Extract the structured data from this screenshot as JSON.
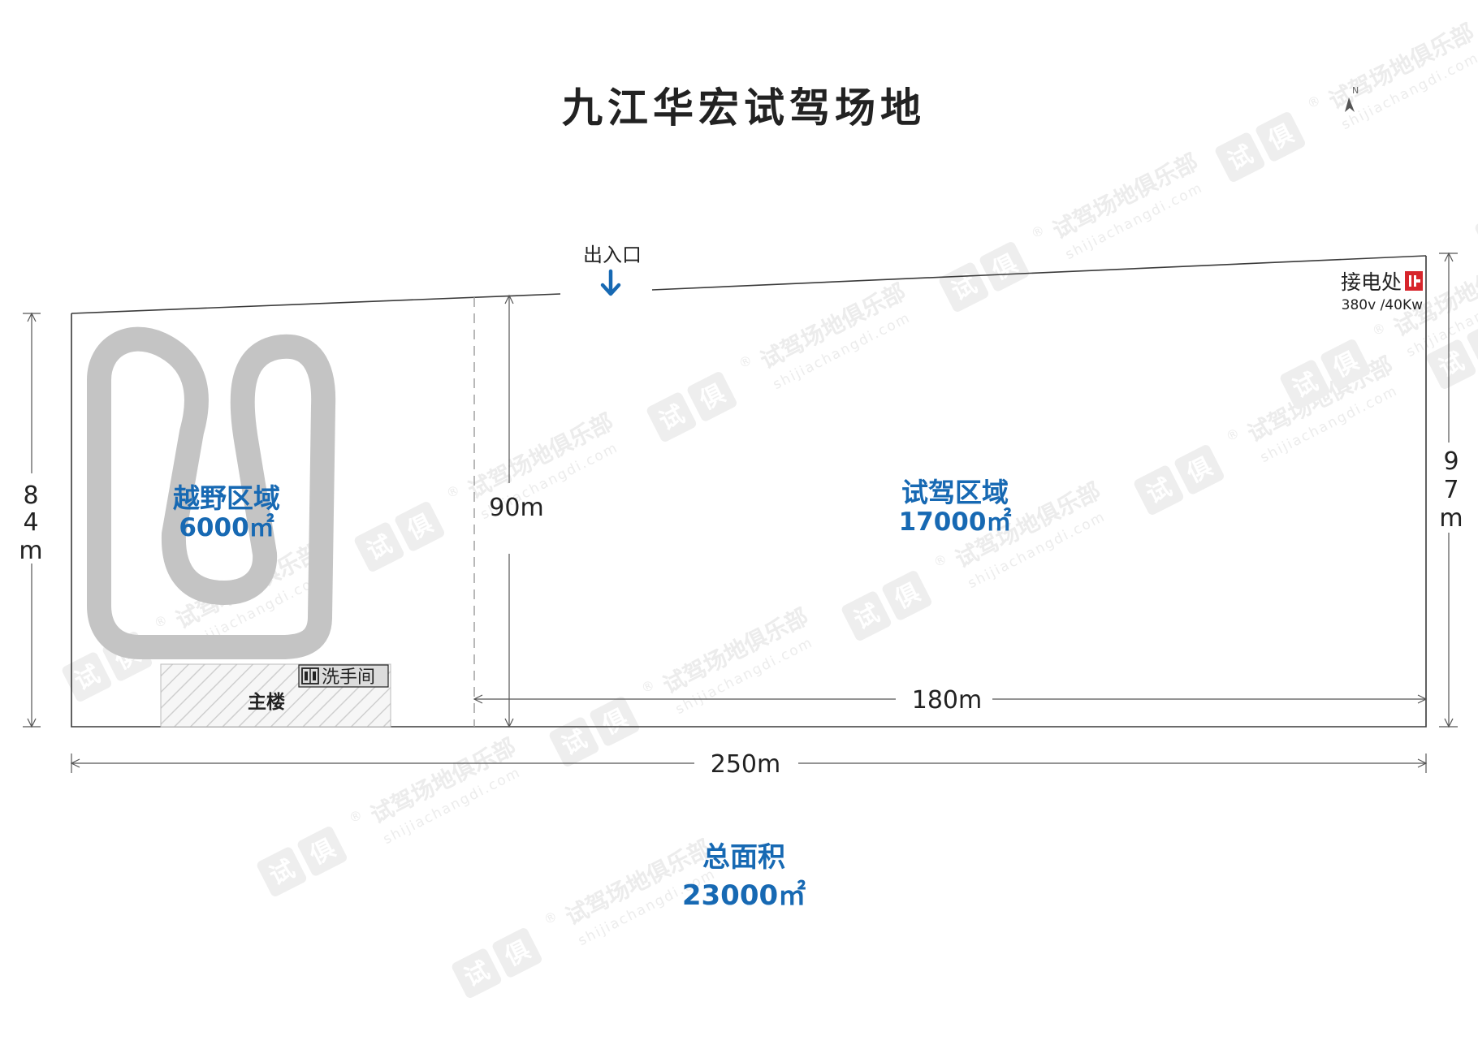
{
  "title": "九江华宏试驾场地",
  "compass_label": "N",
  "entrance_label": "出入口",
  "power": {
    "label": "接电处",
    "spec": "380v /40Kw"
  },
  "offroad_zone": {
    "name": "越野区域",
    "area": "6000㎡"
  },
  "test_zone": {
    "name": "试驾区域",
    "area": "17000㎡"
  },
  "main_building_label": "主楼",
  "restroom_label": "洗手间",
  "dimensions": {
    "left_height_digits": [
      "8",
      "4",
      "m"
    ],
    "right_height_digits": [
      "9",
      "7",
      "m"
    ],
    "divider_height": "90m",
    "test_zone_width": "180m",
    "total_width": "250m"
  },
  "total": {
    "label": "总面积",
    "area": "23000㎡"
  },
  "watermark": {
    "brand": "试驾场地俱乐部",
    "url": "shijiachangdi.com",
    "icon_text": [
      "试",
      "俱"
    ],
    "reg": "®"
  },
  "colors": {
    "accent_blue": "#1769b3",
    "track_gray": "#c4c4c4",
    "outline": "#3a3a3a",
    "dimension_line": "#555555",
    "power_red": "#d7262c",
    "watermark": "#ececec"
  }
}
